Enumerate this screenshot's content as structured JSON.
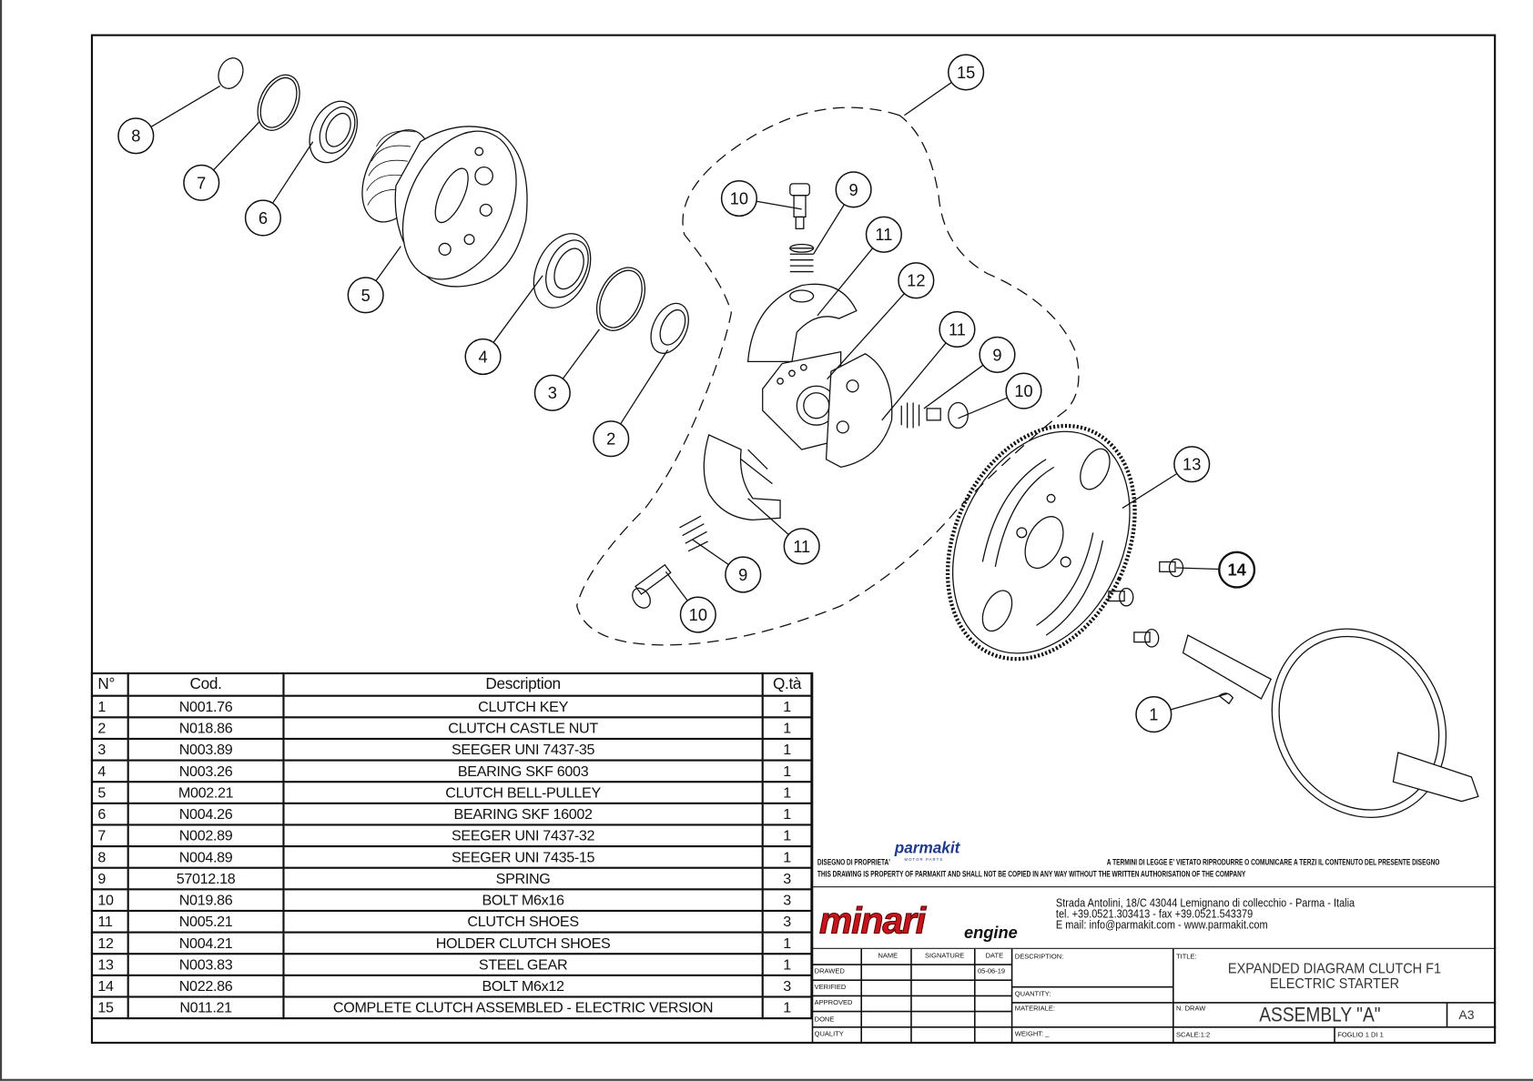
{
  "callouts": [
    "8",
    "7",
    "6",
    "5",
    "4",
    "3",
    "2",
    "15",
    "10",
    "9",
    "11",
    "12",
    "11",
    "9",
    "10",
    "13",
    "14",
    "11",
    "9",
    "10",
    "1"
  ],
  "bom": {
    "headers": {
      "n": "N°",
      "code": "Cod.",
      "description": "Description",
      "qty": "Q.tà"
    },
    "rows": [
      {
        "n": "1",
        "code": "N001.76",
        "description": "CLUTCH KEY",
        "qty": "1"
      },
      {
        "n": "2",
        "code": "N018.86",
        "description": "CLUTCH CASTLE NUT",
        "qty": "1"
      },
      {
        "n": "3",
        "code": "N003.89",
        "description": "SEEGER UNI 7437-35",
        "qty": "1"
      },
      {
        "n": "4",
        "code": "N003.26",
        "description": "BEARING SKF 6003",
        "qty": "1"
      },
      {
        "n": "5",
        "code": "M002.21",
        "description": "CLUTCH BELL-PULLEY",
        "qty": "1"
      },
      {
        "n": "6",
        "code": "N004.26",
        "description": "BEARING SKF 16002",
        "qty": "1"
      },
      {
        "n": "7",
        "code": "N002.89",
        "description": "SEEGER UNI 7437-32",
        "qty": "1"
      },
      {
        "n": "8",
        "code": "N004.89",
        "description": "SEEGER UNI 7435-15",
        "qty": "1"
      },
      {
        "n": "9",
        "code": "57012.18",
        "description": "SPRING",
        "qty": "3"
      },
      {
        "n": "10",
        "code": "N019.86",
        "description": "BOLT M6x16",
        "qty": "3"
      },
      {
        "n": "11",
        "code": "N005.21",
        "description": "CLUTCH SHOES",
        "qty": "3"
      },
      {
        "n": "12",
        "code": "N004.21",
        "description": "HOLDER CLUTCH SHOES",
        "qty": "1"
      },
      {
        "n": "13",
        "code": "N003.83",
        "description": "STEEL GEAR",
        "qty": "1"
      },
      {
        "n": "14",
        "code": "N022.86",
        "description": "BOLT M6x12",
        "qty": "3"
      },
      {
        "n": "15",
        "code": "N011.21",
        "description": "COMPLETE CLUTCH ASSEMBLED - ELECTRIC VERSION",
        "qty": "1"
      }
    ]
  },
  "title_block": {
    "parmakit_logo": "parmakit",
    "parmakit_sub": "MOTOR PARTS",
    "disclaimer_it_left": "DISEGNO DI PROPRIETA'",
    "disclaimer_it_right": "A TERMINI DI LEGGE E' VIETATO RIPRODURRE O COMUNICARE A TERZI IL CONTENUTO DEL PRESENTE DISEGNO",
    "disclaimer_en": "THIS DRAWING IS PROPERTY OF PARMAKIT AND SHALL NOT BE COPIED IN ANY WAY WITHOUT THE WRITTEN AUTHORISATION OF THE COMPANY",
    "logo_main": "minari",
    "logo_suffix": "engine",
    "address": "Strada Antolini, 18/C 43044 Lemignano di collecchio - Parma - Italia",
    "phone": "tel. +39.0521.303413 - fax +39.0521.543379",
    "email": "E mail: info@parmakit.com - www.parmakit.com",
    "col_name": "NAME",
    "col_signature": "SIGNATURE",
    "col_date": "DATE",
    "row_drawed": "DRAWED",
    "drawed_date": "05-06-19",
    "row_verified": "VERIFIED",
    "row_approved": "APPROVED",
    "row_done": "DONE",
    "row_quality": "QUALITY",
    "description_label": "DESCRIPTION:",
    "quantity_label": "QUANTITY:",
    "material_label": "MATERIALE:",
    "weight_label": "WEIGHT: _",
    "title_label": "TITLE:",
    "title_line1": "EXPANDED DIAGRAM CLUTCH F1",
    "title_line2": "ELECTRIC STARTER",
    "ndraw_label": "N. DRAW",
    "ndraw_value": "ASSEMBLY \"A\"",
    "format": "A3",
    "scale": "SCALE:1:2",
    "sheet": "FOGLIO 1 DI 1"
  }
}
